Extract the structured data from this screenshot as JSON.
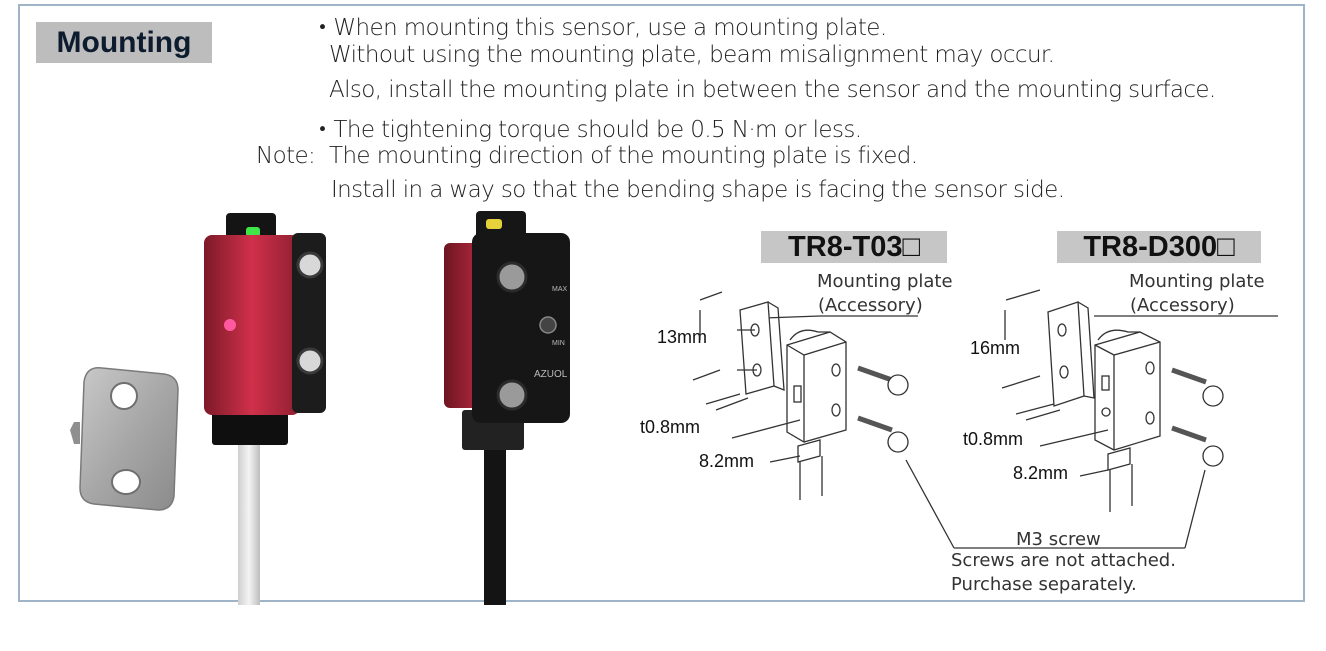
{
  "section": {
    "title": "Mounting"
  },
  "instructions": {
    "bullet1": "・When mounting this sensor, use a mounting plate.",
    "bullet1_cont1": "Without using the mounting plate, beam misalignment may occur.",
    "bullet1_cont2": "Also, install the mounting plate in between the sensor and the mounting surface.",
    "bullet2": "・The tightening torque should be 0.5 N·m or less.",
    "note_label": "Note:",
    "note_line1": "The mounting direction of the mounting plate is fixed.",
    "note_line2": "Install in a way so that the bending shape is facing the sensor side."
  },
  "diagrams": {
    "left": {
      "model": "TR8-T03□",
      "plate_label_1": "Mounting plate",
      "plate_label_2": "(Accessory)",
      "dim_height": "13mm",
      "dim_thickness": "t0.8mm",
      "dim_width": "8.2mm"
    },
    "right": {
      "model": "TR8-D300□",
      "plate_label_1": "Mounting plate",
      "plate_label_2": "(Accessory)",
      "dim_height": "16mm",
      "dim_thickness": "t0.8mm",
      "dim_width": "8.2mm"
    },
    "screw_label": "M3 screw",
    "screw_note_1": "Screws are not attached.",
    "screw_note_2": "Purchase separately."
  },
  "sensor_labels": {
    "max": "MAX",
    "min": "MIN",
    "brand": "AZUOL"
  },
  "colors": {
    "frame": "#9fb4c7",
    "badge": "#bdbdbd",
    "lens": "#c4283e",
    "body": "#161616"
  }
}
